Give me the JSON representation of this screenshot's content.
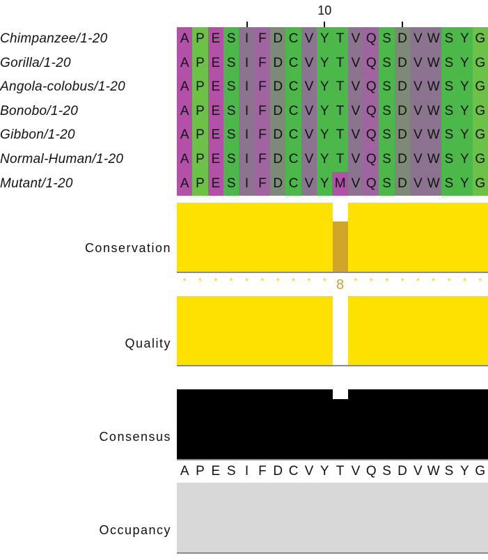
{
  "ruler": {
    "labels": [
      {
        "text": "10",
        "column": 10
      }
    ],
    "ticks": [
      5,
      10,
      15
    ]
  },
  "sequences": [
    {
      "name": "Chimpanzee/1-20",
      "residues": "APESIFDCVYTVQSDVWSYG"
    },
    {
      "name": "Gorilla/1-20",
      "residues": "APESIFDCVYTVQSDVWSYG"
    },
    {
      "name": "Angola-colobus/1-20",
      "residues": "APESIFDCVYTVQSDVWSYG"
    },
    {
      "name": "Bonobo/1-20",
      "residues": "APESIFDCVYTVQSDVWSYG"
    },
    {
      "name": "Gibbon/1-20",
      "residues": "APESIFDCVYTVQSDVWSYG"
    },
    {
      "name": "Normal-Human/1-20",
      "residues": "APESIFDCVYTVQSDVWSYG"
    },
    {
      "name": "Mutant/1-20",
      "residues": "APESIFDCVYMVQSDVWSYG"
    }
  ],
  "colors": {
    "column_colors": [
      "#b350a8",
      "#6cc247",
      "#b350a8",
      "#4cb84a",
      "#8c7490",
      "#a065a0",
      "#7d8a78",
      "#4cb84a",
      "#8c7490",
      "#4cb84a",
      "#4cb84a",
      "#8c7490",
      "#a065a0",
      "#4cb84a",
      "#7d8a78",
      "#8c7490",
      "#8c7490",
      "#4cb84a",
      "#4cb84a",
      "#6cc247"
    ],
    "mutant_cell": "#b350a8",
    "conservation_full": "#ffe100",
    "conservation_partial": "#cfa62a",
    "quality": "#ffe100",
    "consensus": "#000000",
    "occupancy": "#d8d8d8",
    "baseline": "#8a8a8a"
  },
  "annotations": {
    "conservation": {
      "label": "Conservation",
      "values": [
        11,
        11,
        11,
        11,
        11,
        11,
        11,
        11,
        11,
        11,
        8,
        11,
        11,
        11,
        11,
        11,
        11,
        11,
        11,
        11
      ],
      "max": 11,
      "symbols": [
        "*",
        "*",
        "*",
        "*",
        "*",
        "*",
        "*",
        "*",
        "*",
        "*",
        "8",
        "*",
        "*",
        "*",
        "*",
        "*",
        "*",
        "*",
        "*",
        "*"
      ]
    },
    "quality": {
      "label": "Quality",
      "values": [
        100,
        100,
        100,
        100,
        100,
        100,
        100,
        100,
        100,
        100,
        0,
        100,
        100,
        100,
        100,
        100,
        100,
        100,
        100,
        100
      ]
    },
    "consensus": {
      "label": "Consensus",
      "values": [
        100,
        100,
        100,
        100,
        100,
        100,
        100,
        100,
        100,
        100,
        86,
        100,
        100,
        100,
        100,
        100,
        100,
        100,
        100,
        100
      ],
      "sequence": "APESIFDCVYTVQSDVWSYG"
    },
    "occupancy": {
      "label": "Occupancy",
      "values": [
        7,
        7,
        7,
        7,
        7,
        7,
        7,
        7,
        7,
        7,
        7,
        7,
        7,
        7,
        7,
        7,
        7,
        7,
        7,
        7
      ]
    }
  }
}
